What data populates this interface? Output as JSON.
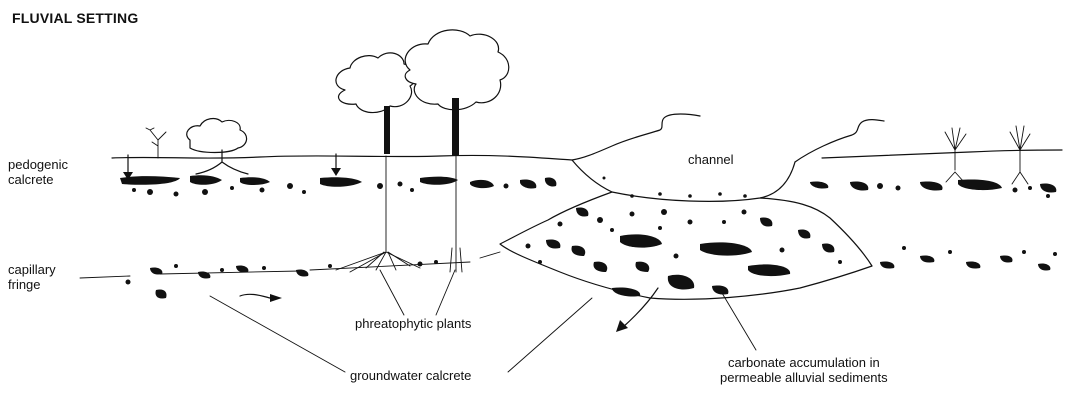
{
  "title": "FLUVIAL SETTING",
  "labels": {
    "pedogenic": [
      "pedogenic",
      "calcrete"
    ],
    "capillary": [
      "capillary",
      "fringe"
    ],
    "channel": "channel",
    "phreatophytic": "phreatophytic plants",
    "groundwater": "groundwater calcrete",
    "carbonate": [
      "carbonate accumulation in",
      "permeable alluvial sediments"
    ]
  },
  "colors": {
    "ink": "#111111",
    "background": "#ffffff"
  }
}
